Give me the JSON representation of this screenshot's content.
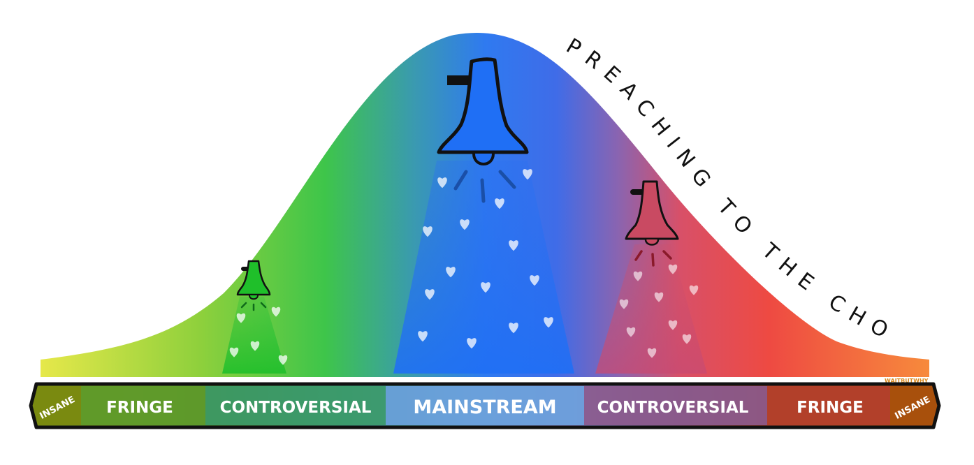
{
  "curve_caption": "PREACHING TO THE CHOIR",
  "watermark": "WAITBUTWHY",
  "spectrum": [
    {
      "label": "INSANE",
      "color": "#7a8a10"
    },
    {
      "label": "FRINGE",
      "color": "#6fa028"
    },
    {
      "label": "CONTROVERSIAL",
      "color": "#3a9a5a"
    },
    {
      "label": "MAINSTREAM",
      "color": "#4a8ad8"
    },
    {
      "label": "CONTROVERSIAL",
      "color": "#8a5a9a"
    },
    {
      "label": "FRINGE",
      "color": "#b2402a"
    },
    {
      "label": "INSANE",
      "color": "#a8500c"
    }
  ],
  "bells": [
    {
      "id": "green",
      "color": "#1fbf2a"
    },
    {
      "id": "blue",
      "color": "#1f6ff5"
    },
    {
      "id": "red",
      "color": "#cf4a60"
    }
  ],
  "colors": {
    "curve_stops": [
      "#e6e84a",
      "#8ed03c",
      "#3ec54a",
      "#3a9ab0",
      "#2f7af0",
      "#3f6ce8",
      "#8a64b0",
      "#d85068",
      "#ee4a42",
      "#f78a3c"
    ],
    "outline": "#111111"
  }
}
